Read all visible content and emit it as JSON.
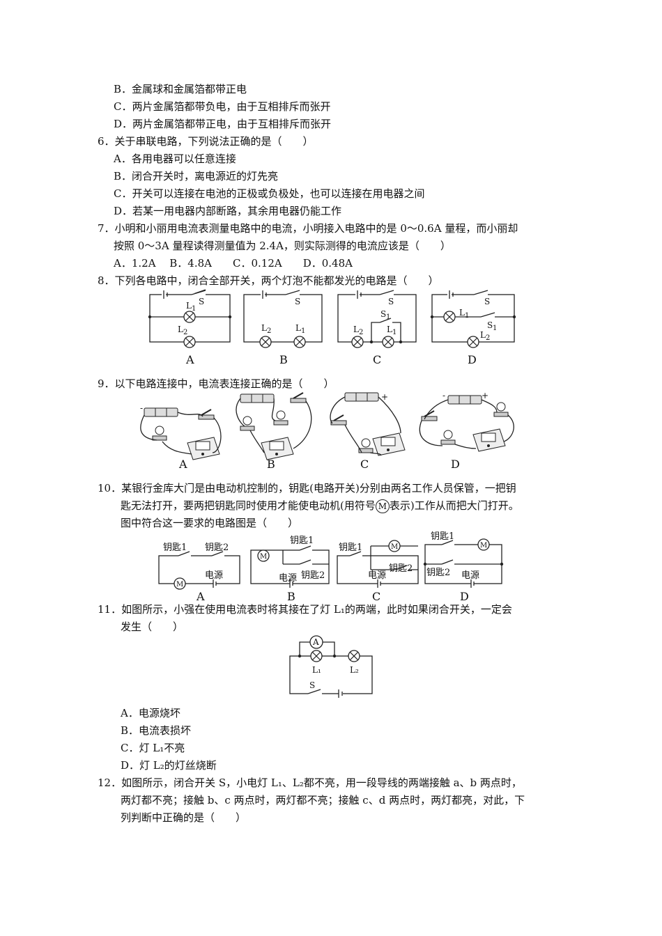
{
  "q5_options": [
    "B．金属球和金属箔都带正电",
    "C．两片金属箔都带负电，由于互相排斥而张开",
    "D．两片金属箔都带正电，由于互相排斥而张开"
  ],
  "q6": {
    "stem": "6．关于串联电路，下列说法正确的是（　　）",
    "options": [
      "A．各用电器可以任意连接",
      "B．闭合开关时，离电源近的灯先亮",
      "C．开关可以连接在电池的正极或负极处，也可以连接在用电器之间",
      "D．若某一用电器内部断路，其余用电器仍能工作"
    ]
  },
  "q7": {
    "stem1": "7．小明和小丽用电流表测量电路中的电流，小明接入电路中的是 0～0.6A 量程，而小丽却",
    "stem2": "按照 0～3A 量程读得测量值为 2.4A，则实际测得的电流应该是（　　）",
    "options": "A．1.2A　 B．4.8A　　C．0.12A　　D．0.48A"
  },
  "q8": {
    "stem": "8．下列各电路中，闭合全部开关，两个灯泡不能都发光的电路是（　　）",
    "captions": [
      "A",
      "B",
      "C",
      "D"
    ],
    "labels": {
      "s": "S",
      "s1": "S",
      "l": "L",
      "one": "1",
      "two": "2"
    }
  },
  "q9": {
    "stem": "9．以下电路连接中，电流表连接正确的是（　　）",
    "captions": [
      "A",
      "B",
      "C",
      "D"
    ],
    "plus": "+",
    "minus": "-"
  },
  "q10": {
    "stem1": "10．某银行金库大门是由电动机控制的，钥匙(电路开关)分别由两名工作人员保管，一把钥",
    "stem2a": "匙无法打开，要两把钥匙同时使用才能使电动机(用符号",
    "stem2b": "表示)工作从而把大门打开。",
    "stem3": "图中符合这一要求的电路图是（　　）",
    "motor_symbol": "M",
    "key1": "钥匙1",
    "key2": "钥匙2",
    "power": "电源",
    "captions": [
      "A",
      "B",
      "C",
      "D"
    ]
  },
  "q11": {
    "stem1": "11．如图所示，小强在使用电流表时将其接在了灯 L₁的两端，此时如果闭合开关，一定会",
    "stem2": "发生（　　）",
    "ammeter": "A",
    "l1": "L₁",
    "l2": "L₂",
    "switch": "S",
    "options": [
      "A．电源烧坏",
      "B．电流表损坏",
      "C．灯 L₁不亮",
      "D．灯 L₂的灯丝烧断"
    ]
  },
  "q12": {
    "stem1": "12．如图所示，闭合开关 S，小电灯 L₁、L₂都不亮，用一段导线的两端接触 a、b 两点时，",
    "stem2": "两灯都不亮；接触 b、c 两点时，两灯都不亮；接触 c、d 两点时，两灯都亮，对此，下",
    "stem3": "列判断中正确的是（　　）"
  }
}
